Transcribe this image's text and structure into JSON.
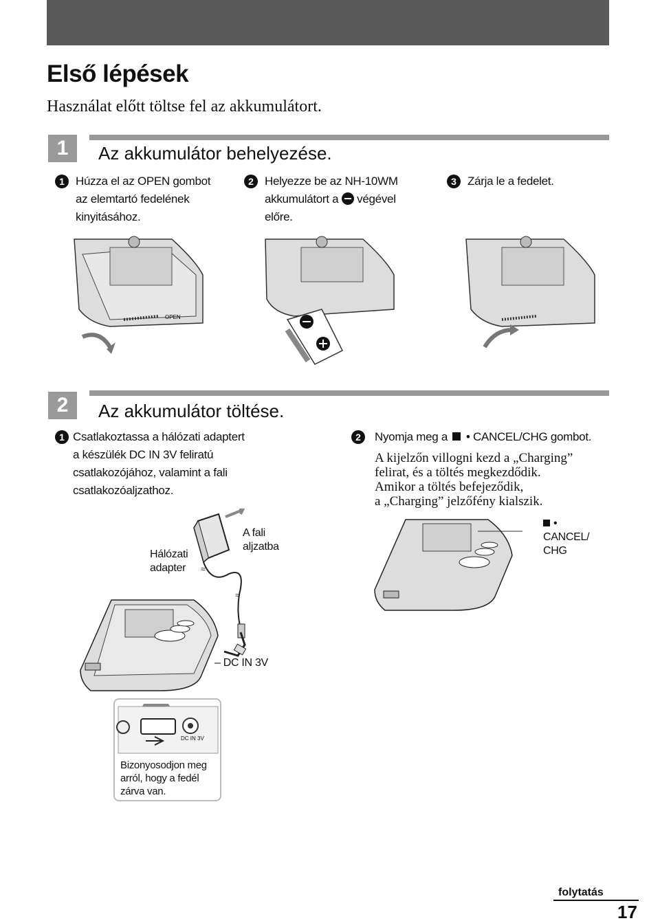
{
  "page": {
    "title": "Első lépések",
    "subtitle": "Használat előtt töltse fel az akkumulátort.",
    "continued": "folytatás",
    "page_number": "17"
  },
  "section1": {
    "number": "1",
    "heading": "Az akkumulátor behelyezése.",
    "steps": [
      {
        "num": "1",
        "lines": [
          "Húzza el az OPEN gombot",
          "az elemtartó fedelének",
          "kinyitásához."
        ]
      },
      {
        "num": "2",
        "line1": "Helyezze be az NH-10WM",
        "line2a": "akkumulátort a",
        "line2b": "végével",
        "line3": "előre."
      },
      {
        "num": "3",
        "lines": [
          "Zárja le a fedelet."
        ]
      }
    ],
    "device_labels": {
      "open": "OPEN"
    }
  },
  "section2": {
    "number": "2",
    "heading": "Az akkumulátor töltése.",
    "step1": {
      "num": "1",
      "lines": [
        "Csatlakoztassa a hálózati adaptert",
        "a készülék DC IN 3V feliratú",
        "csatlakozójához, valamint a fali",
        "csatlakozóaljzathoz."
      ]
    },
    "step2": {
      "num": "2",
      "head_a": "Nyomja meg a",
      "head_b": "• CANCEL/CHG gombot.",
      "lines": [
        "A kijelzőn villogni kezd a „Charging”",
        "felirat, és a töltés megkezdődik.",
        "Amikor a töltés befejeződik,",
        "a „Charging” jelzőfény kialszik."
      ]
    },
    "labels": {
      "adapter": [
        "Hálózati",
        "adapter"
      ],
      "wall": [
        "A fali",
        "aljzatba"
      ],
      "dcin": "– DC IN 3V",
      "cancel_bullet": "•",
      "cancel": [
        "CANCEL/",
        "CHG"
      ],
      "closed_note": [
        "Bizonyosodjon meg",
        "arról, hogy a fedél",
        "zárva van."
      ],
      "inset_dcin": "DC IN 3V"
    }
  }
}
